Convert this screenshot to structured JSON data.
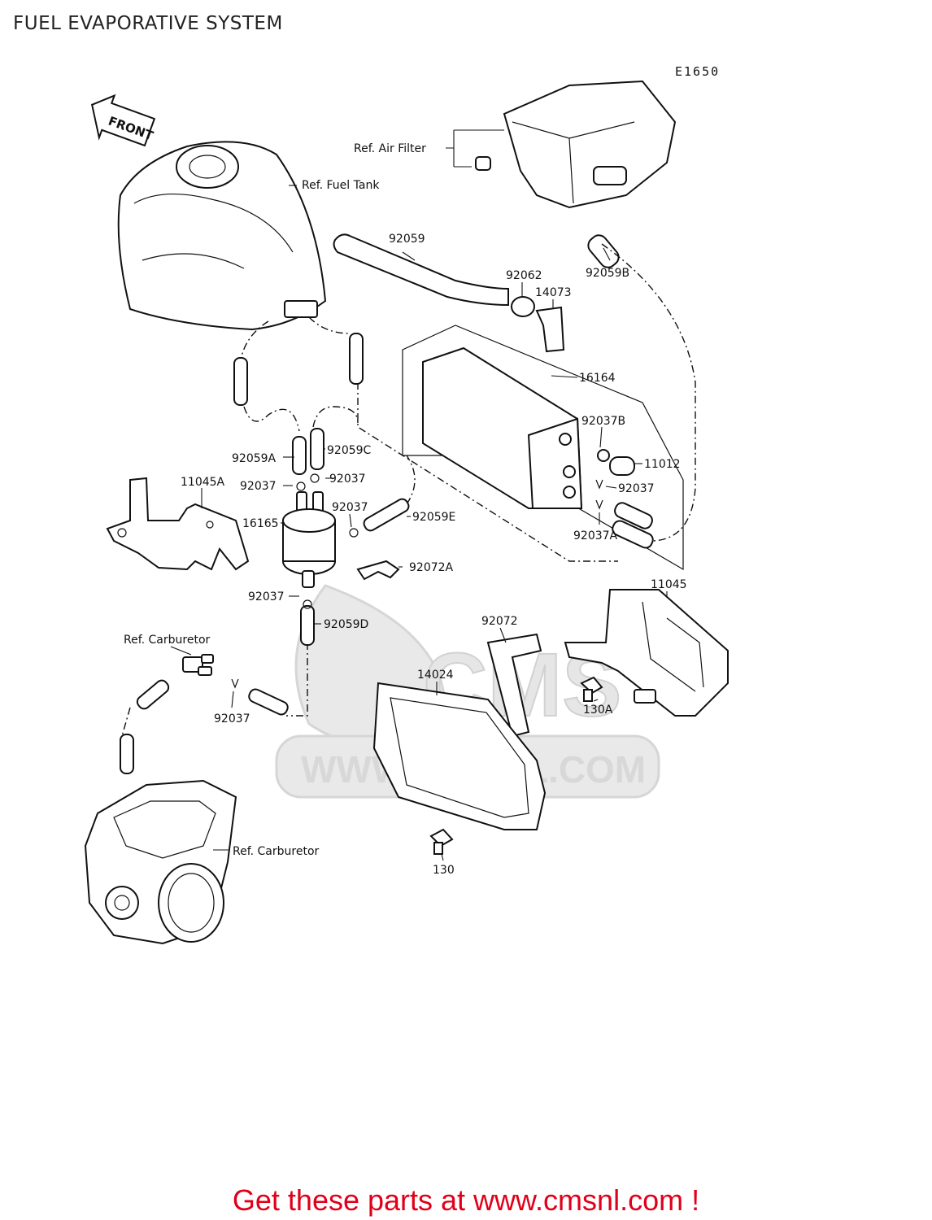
{
  "title": "FUEL EVAPORATIVE SYSTEM",
  "diagram_code": "E1650",
  "front_arrow": "FRONT",
  "watermark": "WWW.CMSNL.COM",
  "watermark_logo": "CMS",
  "footer": "Get these parts at www.cmsnl.com !",
  "labels": {
    "ref_air_filter": "Ref. Air Filter",
    "ref_fuel_tank": "Ref. Fuel Tank",
    "p92059": "92059",
    "p92062": "92062",
    "p14073": "14073",
    "p92059B": "92059B",
    "p16164": "16164",
    "p92037B": "92037B",
    "p11012": "11012",
    "p92037_r": "92037",
    "p92037A": "92037A",
    "p92059A": "92059A",
    "p92059C": "92059C",
    "p92037_a": "92037",
    "p92037_b": "92037",
    "p11045A": "11045A",
    "p16165": "16165",
    "p92037_c": "92037",
    "p92059E": "92059E",
    "p92072A": "92072A",
    "p92037_d": "92037",
    "p92059D": "92059D",
    "p11045": "11045",
    "p92072": "92072",
    "ref_carburetor_top": "Ref. Carburetor",
    "p14024": "14024",
    "p92037_e": "92037",
    "p130A": "130A",
    "ref_carburetor": "Ref. Carburetor",
    "p130": "130"
  },
  "colors": {
    "footer": "#e0001a",
    "ink": "#111111",
    "watermark": "#e9e9e9"
  }
}
